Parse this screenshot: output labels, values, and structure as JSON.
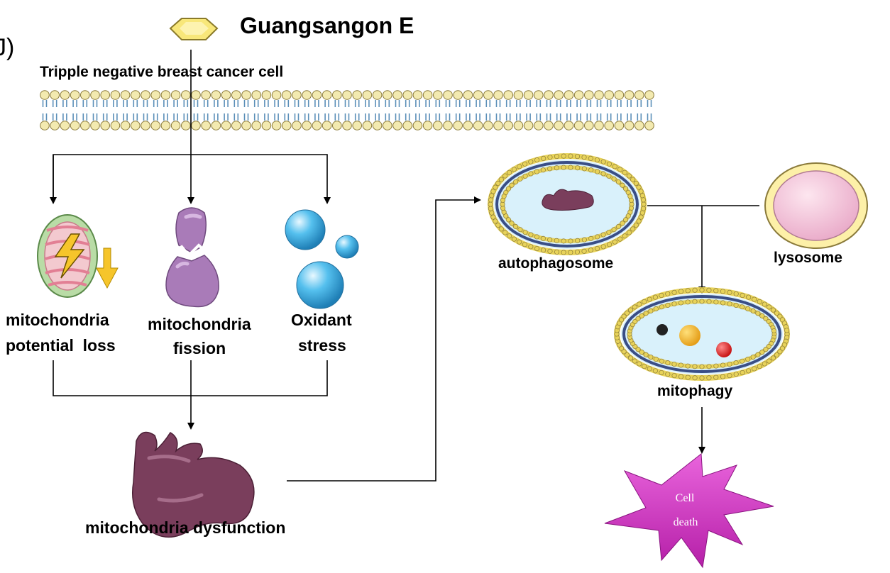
{
  "panel_label": "J)",
  "compound": {
    "name": "Guangsangon E",
    "icon": "hexagon-icon"
  },
  "cell_label": "Tripple negative breast cancer cell",
  "effects": {
    "potential_loss": [
      "mitochondria",
      "potential  loss"
    ],
    "fission": [
      "mitochondria",
      "fission"
    ],
    "oxidant": [
      "Oxidant",
      "stress"
    ]
  },
  "dysfunction": "mitochondria dysfunction",
  "autophagosome": "autophagosome",
  "lysosome": "lysosome",
  "mitophagy": "mitophagy",
  "cell_death": [
    "Cell",
    "death"
  ],
  "colors": {
    "arrow": "#000000",
    "membrane_head": "#f3eab0",
    "membrane_head_stroke": "#8a7a3a",
    "membrane_tail": "#5b8fb8",
    "mito_outer": "#b9dca6",
    "mito_inner": "#e9a7b4",
    "bolt": "#f6c52b",
    "fission": "#a97bb8",
    "droplet": "#4fb8e8",
    "dysfunction": "#7a3e5c",
    "vesicle_ring": "#e8d35a",
    "vesicle_inner": "#3a4e86",
    "vesicle_fill": "#d9f1fb",
    "lysosome_fill": "#f7c9dd",
    "death": "#d838c9"
  }
}
